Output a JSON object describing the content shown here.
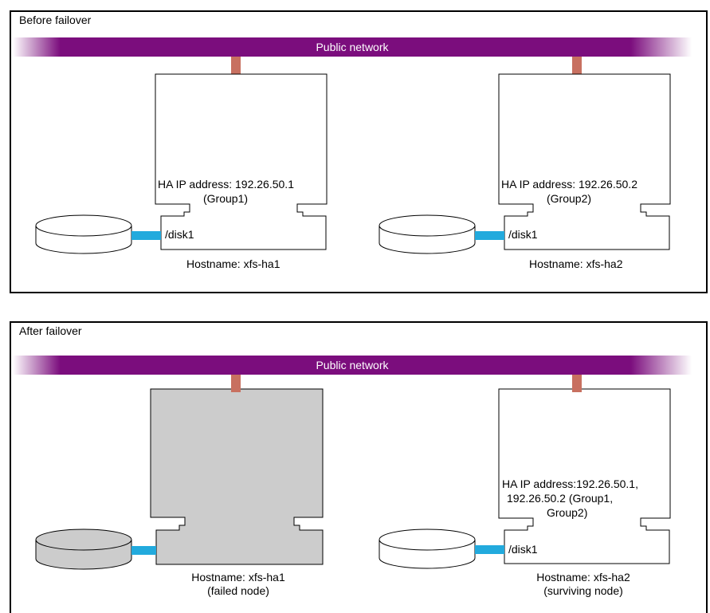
{
  "before": {
    "title": "Before failover",
    "network_label": "Public network",
    "node1": {
      "ip_line1": "HA IP address: 192.26.50.1",
      "ip_line2": "(Group1)",
      "disk_label": "/disk1",
      "hostname": "Hostname: xfs-ha1"
    },
    "node2": {
      "ip_line1": "HA IP address: 192.26.50.2",
      "ip_line2": "(Group2)",
      "disk_label": "/disk1",
      "hostname": "Hostname: xfs-ha2"
    }
  },
  "after": {
    "title": "After failover",
    "network_label": "Public network",
    "node1": {
      "hostname_line1": "Hostname: xfs-ha1",
      "hostname_line2": "(failed node)"
    },
    "node2": {
      "ip_line1": "HA IP address:192.26.50.1,",
      "ip_line2": "192.26.50.2 (Group1,",
      "ip_line3": "Group2)",
      "disk_label": "/disk1",
      "hostname_line1": "Hostname: xfs-ha2",
      "hostname_line2": "(surviving node)"
    }
  },
  "colors": {
    "network": "#7b0d7d",
    "connector_network": "#c87060",
    "connector_disk": "#22aadd",
    "failed_fill": "#cccccc"
  }
}
